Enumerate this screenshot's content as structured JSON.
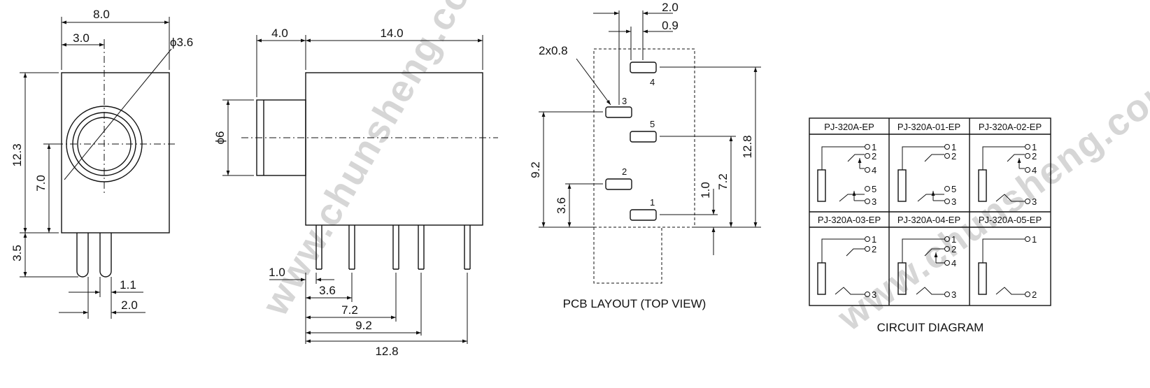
{
  "watermark": "www.chunsheng.com",
  "front_view": {
    "dims": {
      "width": "8.0",
      "hole_offset": "3.0",
      "hole_dia": "ϕ3.6",
      "height": "12.3",
      "hole_height": "7.0",
      "pin_length": "3.5",
      "pin_w1": "1.1",
      "pin_w2": "2.0"
    }
  },
  "side_view": {
    "dims": {
      "nose_len": "4.0",
      "body_len": "14.0",
      "nose_dia": "ϕ6",
      "p1": "1.0",
      "p2": "3.6",
      "p3": "7.2",
      "p4": "9.2",
      "p5": "12.8"
    }
  },
  "pcb_layout": {
    "label": "PCB LAYOUT (TOP VIEW)",
    "dims": {
      "top1": "2.0",
      "top2": "0.9",
      "pad": "2x0.8",
      "v1": "9.2",
      "v2": "3.6",
      "v3": "1.0",
      "v4": "7.2",
      "v5": "12.8"
    },
    "pins": [
      "4",
      "3",
      "5",
      "2",
      "1"
    ]
  },
  "circuit_diagram": {
    "label": "CIRCUIT DIAGRAM",
    "headers": [
      "PJ-320A-EP",
      "PJ-320A-01-EP",
      "PJ-320A-02-EP",
      "PJ-320A-03-EP",
      "PJ-320A-04-EP",
      "PJ-320A-05-EP"
    ],
    "terminals": {
      "c1": [
        "1",
        "2",
        "4",
        "5",
        "3"
      ],
      "c2": [
        "1",
        "2",
        "5",
        "3"
      ],
      "c3": [
        "1",
        "2",
        "4",
        "3"
      ],
      "c4": [
        "1",
        "2",
        "3"
      ],
      "c5": [
        "1",
        "2",
        "4",
        "3"
      ],
      "c6": [
        "1",
        "2"
      ]
    }
  }
}
